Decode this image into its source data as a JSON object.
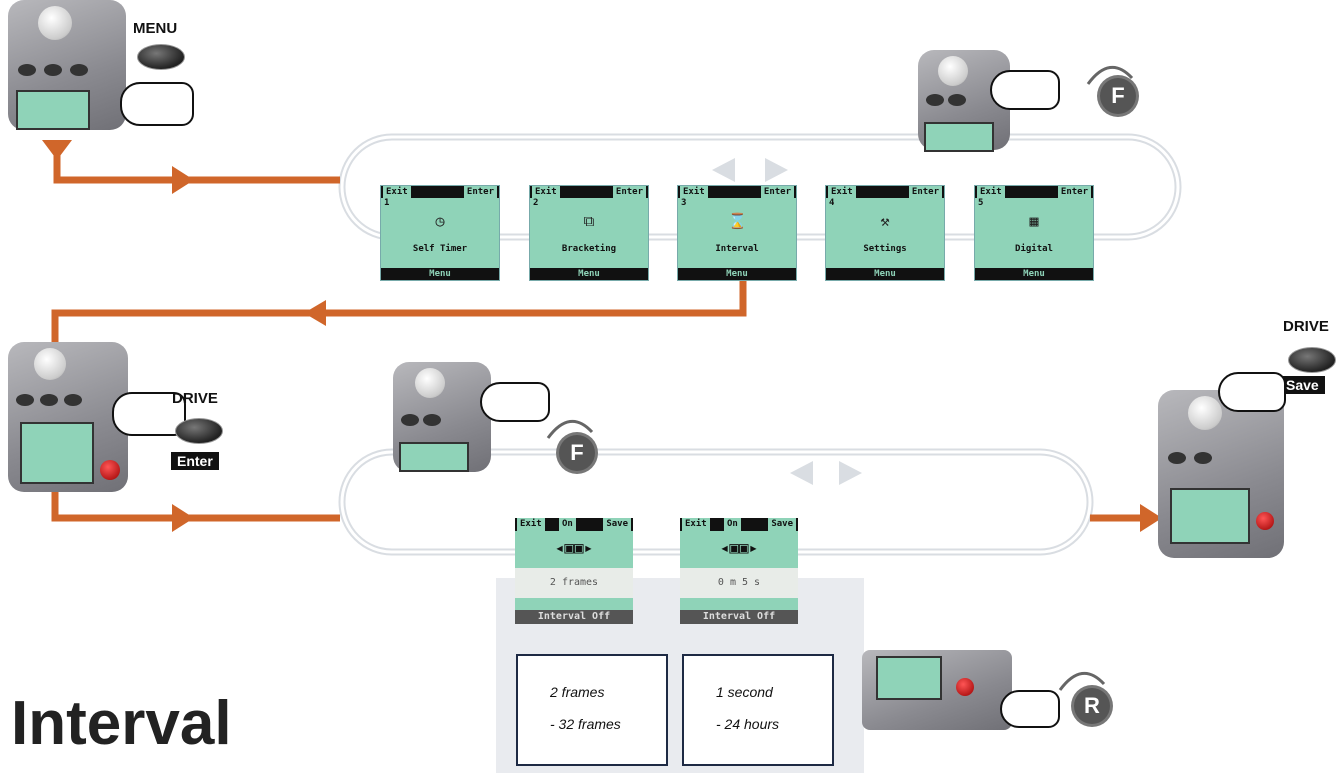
{
  "labels": {
    "menu": "MENU",
    "drive_top": "DRIVE",
    "drive_mid": "DRIVE",
    "enter": "Enter",
    "save": "Save",
    "f1": "F",
    "f2": "F",
    "r": "R",
    "title": "Interval"
  },
  "menu_screens": [
    {
      "exit": "Exit",
      "enter": "Enter",
      "num": "1",
      "icon": "◷",
      "label": "Self Timer",
      "bottom": "Menu"
    },
    {
      "exit": "Exit",
      "enter": "Enter",
      "num": "2",
      "icon": "⧉",
      "label": "Bracketing",
      "bottom": "Menu"
    },
    {
      "exit": "Exit",
      "enter": "Enter",
      "num": "3",
      "icon": "⌛",
      "label": "Interval",
      "bottom": "Menu"
    },
    {
      "exit": "Exit",
      "enter": "Enter",
      "num": "4",
      "icon": "⚒",
      "label": "Settings",
      "bottom": "Menu"
    },
    {
      "exit": "Exit",
      "enter": "Enter",
      "num": "5",
      "icon": "▦",
      "label": "Digital",
      "bottom": "Menu"
    }
  ],
  "interval_screens": [
    {
      "exit": "Exit",
      "mid_label": "On",
      "save": "Save",
      "value": "2 frames",
      "bottom": "Interval Off"
    },
    {
      "exit": "Exit",
      "mid_label": "On",
      "save": "Save",
      "value": "0 m 5 s",
      "bottom": "Interval Off"
    }
  ],
  "ranges": [
    {
      "line1": "2 frames",
      "line2": "- 32 frames"
    },
    {
      "line1": "1 second",
      "line2": "- 24 hours"
    }
  ],
  "colors": {
    "arrow": "#d0662a",
    "loop": "#d9dde2",
    "lcd": "#8fd3b8"
  }
}
